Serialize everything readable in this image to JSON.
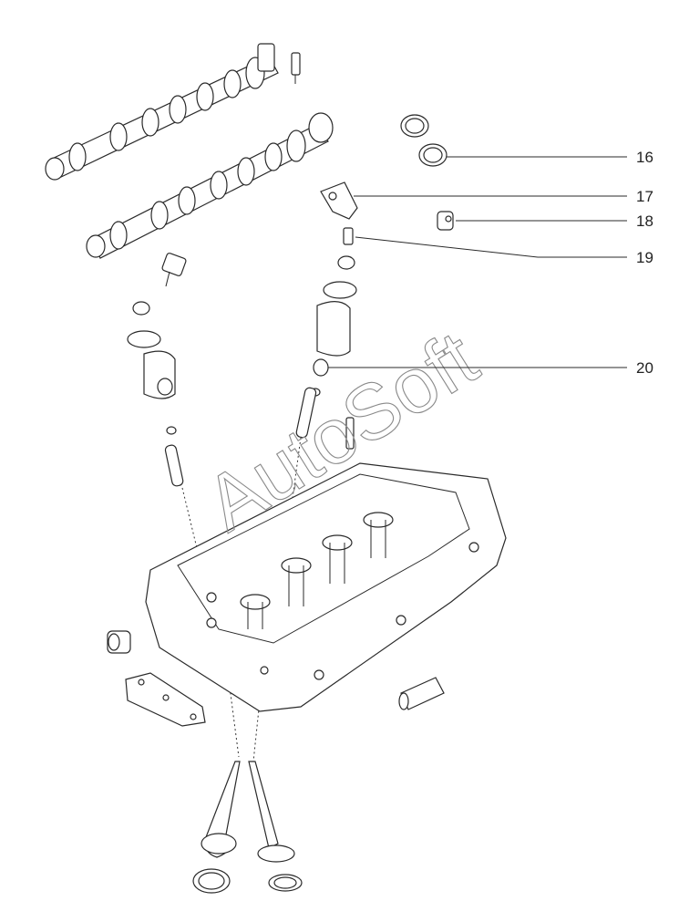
{
  "diagram": {
    "watermark": "AutoSoft",
    "callouts": [
      {
        "id": "16",
        "label": "16"
      },
      {
        "id": "17",
        "label": "17"
      },
      {
        "id": "18",
        "label": "18"
      },
      {
        "id": "19",
        "label": "19"
      },
      {
        "id": "20",
        "label": "20"
      }
    ],
    "colors": {
      "line": "#2a2a2a",
      "watermark": "#8a8a8a",
      "background": "#ffffff"
    }
  }
}
